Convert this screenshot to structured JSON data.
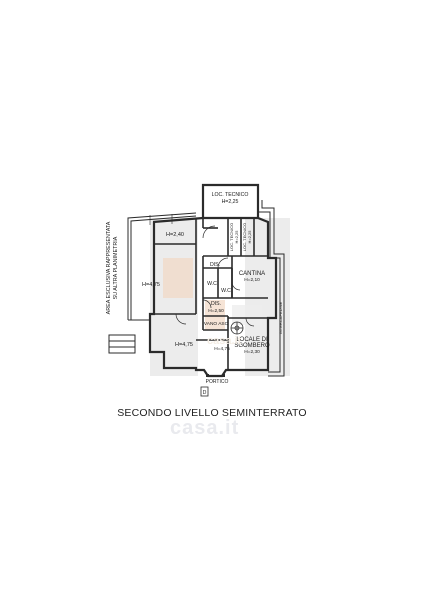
{
  "caption": "SECONDO LIVELLO SEMINTERRATO",
  "watermark": "casa.it",
  "colors": {
    "wall": "#2b2b2b",
    "ink": "#1a1a1a",
    "shade": "#dadada",
    "accent": "#f1d7c3",
    "watermark": "#e9eaee"
  },
  "rooms": {
    "loc_tecnico": {
      "name": "LOC. TECNICO",
      "height": "H=2,25"
    },
    "loc_tec_1": "LOC. TECNICO",
    "loc_tec_1_h": "H=2,25",
    "loc_tec_2": "LOC. TECNICO",
    "loc_tec_2_h": "H=2,25",
    "h240": "H=2,40",
    "h475_left": "H=4,75",
    "dis_1": "DIS.",
    "wc_1": "W.C",
    "wc_2": "W.C",
    "cantina": {
      "name": "CANTINA",
      "height": "H=2,10"
    },
    "dis_2": {
      "name": "DIS.",
      "height": "H=2,50"
    },
    "vano_asc": "VANO ASC",
    "h475_bottom": "H=4,75",
    "h475_mid": "H=4,75",
    "locale": {
      "line1": "LOCALE DI",
      "line2": "SGOMBERO",
      "height": "H=2,30"
    },
    "portico": "PORTICO"
  },
  "side_text": {
    "line1": "AREA ESCLUSIVA RAPPRESENTATA",
    "line2": "SU ALTRA PLANIMETRIA"
  },
  "right_text": "INTERCAPEDINE",
  "stair_mark": "D"
}
